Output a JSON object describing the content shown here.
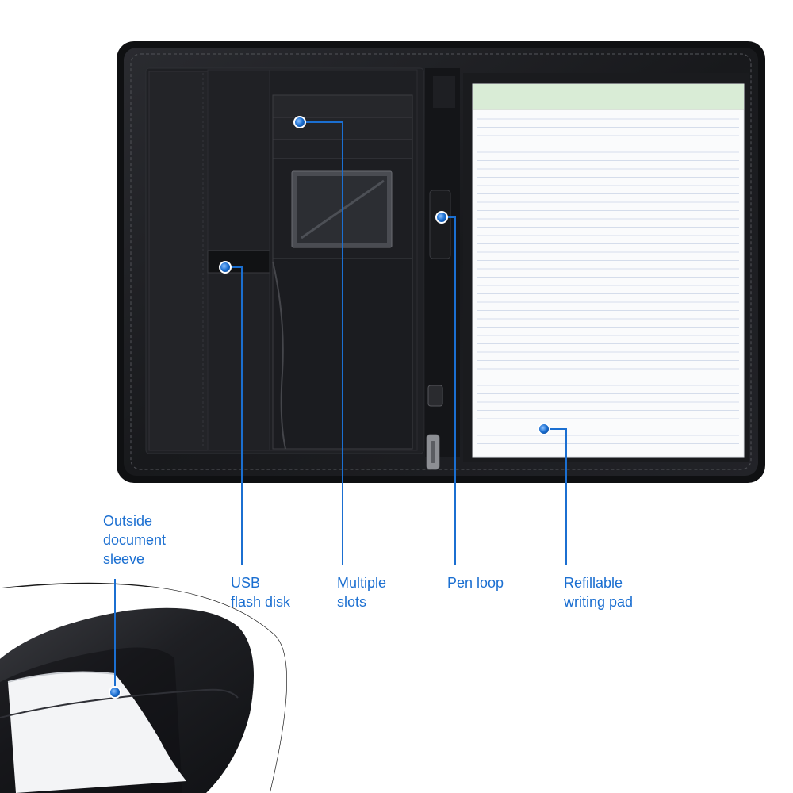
{
  "callouts": {
    "usb_flash_disk": "USB\nflash disk",
    "multiple_slots": "Multiple\nslots",
    "pen_loop": "Pen loop",
    "refillable_writing_pad": "Refillable\nwriting pad",
    "outside_document_sleeve": "Outside\ndocument\nsleeve"
  },
  "colors": {
    "callout_blue": "#1b6fd1",
    "leather": "#1c1d21",
    "pad_header": "#d9ecd6",
    "pad_line": "#c9d3e6"
  },
  "icons": [
    "callout-dot-icon"
  ]
}
